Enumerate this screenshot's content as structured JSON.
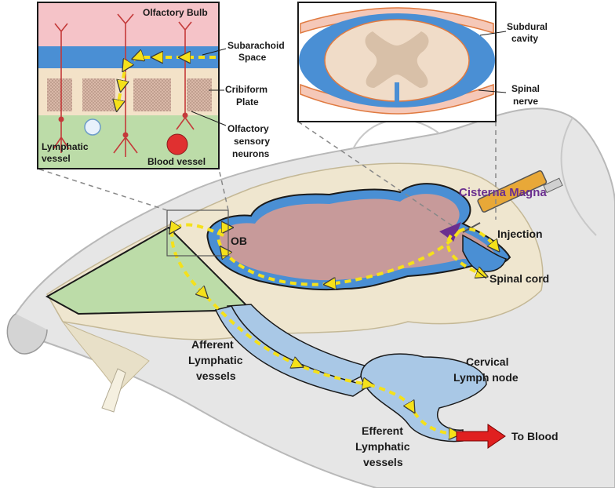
{
  "inset_olfactory": {
    "title": "Olfactory Bulb",
    "subarachnoid_line1": "Subarachoid",
    "subarachnoid_line2": "Space",
    "cribiform_line1": "Cribiform",
    "cribiform_line2": "Plate",
    "osn_line1": "Olfactory",
    "osn_line2": "sensory",
    "osn_line3": "neurons",
    "lymphatic_line1": "Lymphatic",
    "lymphatic_line2": "vessel",
    "blood_vessel": "Blood vessel"
  },
  "inset_spinal": {
    "subdural_line1": "Subdural",
    "subdural_line2": "cavity",
    "spinal_nerve_line1": "Spinal",
    "spinal_nerve_line2": "nerve"
  },
  "main": {
    "cisterna_magna": "Cisterna Magna",
    "injection": "Injection",
    "ob": "OB",
    "spinal_cord": "Spinal cord",
    "afferent_line1": "Afferent",
    "afferent_line2": "Lymphatic",
    "afferent_line3": "vessels",
    "cervical_line1": "Cervical",
    "cervical_line2": "Lymph node",
    "efferent_line1": "Efferent",
    "efferent_line2": "Lymphatic",
    "efferent_line3": "vessels",
    "to_blood": "To Blood"
  },
  "colors": {
    "csf_flow": "#f5e11a",
    "csf_space": "#4a8fd4",
    "brain": "#c79a9a",
    "nasal_mucosa": "#bcdca8",
    "lymph": "#a9c8e6",
    "arrow_to_blood": "#e02020",
    "bulb_layer": "#f5c3c8"
  }
}
